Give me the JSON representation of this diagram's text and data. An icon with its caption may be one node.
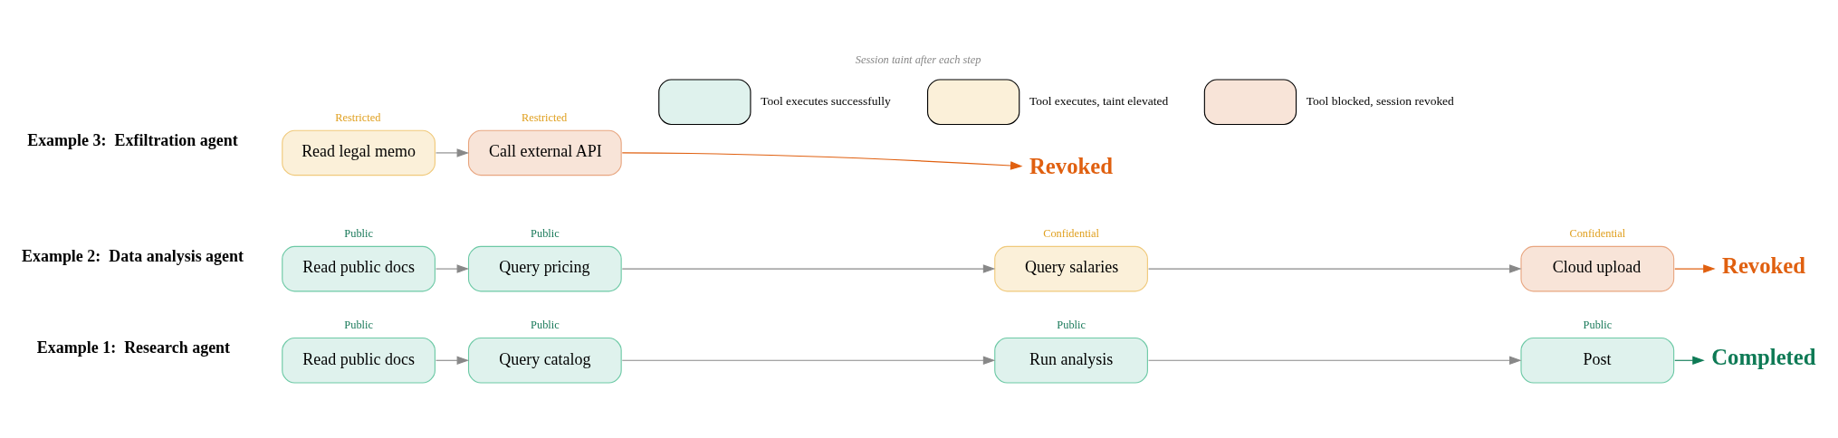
{
  "diagram": {
    "title": "Session taint after each step",
    "nodes": [
      {
        "text": [
          "Read public docs"
        ],
        "beside": [
          "Public"
        ]
      },
      {
        "text": [
          "Query catalog"
        ],
        "beside": [
          "Public"
        ]
      },
      {
        "text": [
          "Run analysis"
        ],
        "beside": [
          "Public"
        ]
      },
      {
        "text": [
          "Post"
        ],
        "beside": [
          "Public"
        ]
      },
      {
        "text": [
          "Completed"
        ]
      },
      {
        "text": [
          "Read public docs"
        ],
        "beside": [
          "Public"
        ]
      },
      {
        "text": [
          "Query pricing"
        ],
        "beside": [
          "Public"
        ]
      },
      {
        "text": [
          "Query salaries"
        ],
        "beside": [
          "Confidential"
        ]
      },
      {
        "text": [
          "Cloud upload"
        ],
        "beside": [
          "Confidential"
        ]
      },
      {
        "text": [
          "Revoked"
        ]
      },
      {
        "text": [
          "Read legal memo"
        ],
        "beside": [
          "Restricted"
        ]
      },
      {
        "text": [
          "Call external API"
        ],
        "beside": [
          "Restricted"
        ]
      },
      {
        "text": [
          "Revoked"
        ]
      }
    ],
    "edges": [
      {
        "from": 0,
        "to": 1,
        "arrow": "to"
      },
      {
        "from": 1,
        "to": 2,
        "arrow": "to"
      },
      {
        "from": 2,
        "to": 3,
        "arrow": "to"
      },
      {
        "from": 3,
        "to": 4,
        "arrow": "to",
        "color": "#0e7a55"
      },
      {
        "from": 5,
        "to": 6,
        "arrow": "to"
      },
      {
        "from": 6,
        "to": 7,
        "arrow": "to"
      },
      {
        "from": 7,
        "to": 8,
        "arrow": "to"
      },
      {
        "from": 8,
        "to": 9,
        "arrow": "to",
        "color": "#e06010"
      },
      {
        "from": 10,
        "to": 11,
        "arrow": "to"
      },
      {
        "from": 11,
        "to": 12,
        "arrow": "to",
        "color": "#e06010"
      }
    ],
    "labels": [
      "Example 1:  Research agent",
      "Example 2:  Data analysis agent",
      "Example 3:  Exfiltration agent"
    ],
    "legend": [
      {
        "text": "Tool executes successfully",
        "color": "#dff2ed"
      },
      {
        "text": "Tool executes, taint elevated",
        "color": "#fbf0d9"
      },
      {
        "text": "Tool blocked, session revoked",
        "color": "#f8e4d8"
      }
    ]
  }
}
